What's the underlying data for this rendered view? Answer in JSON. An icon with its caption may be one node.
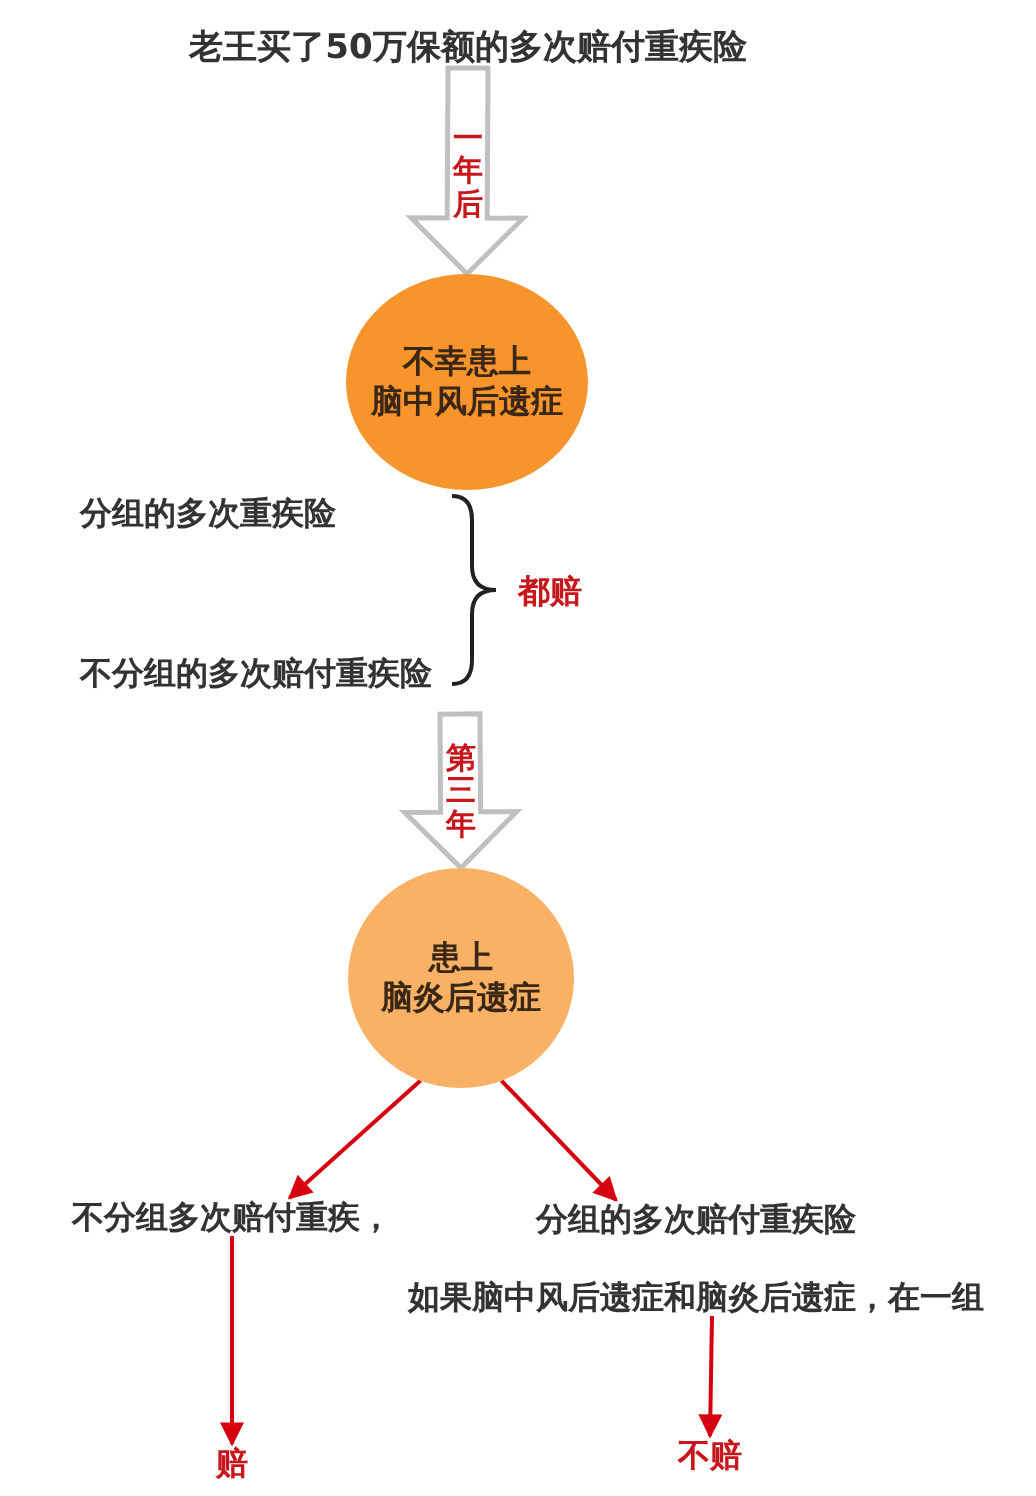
{
  "diagram": {
    "nodes": [
      {
        "text": [
          "老王买了50万保额的多次赔付重疾险"
        ]
      },
      {
        "text": [
          "不幸患上",
          "脑中风后遗症"
        ]
      },
      {
        "text": [
          "患上",
          "脑炎后遗症"
        ]
      },
      {
        "text": [
          "不分组多次赔付重疾，"
        ]
      },
      {
        "text": [
          "分组的多次赔付重疾险",
          "如果脑中风后遗症和脑炎后遗症，在一组"
        ]
      },
      {
        "text": [
          "赔"
        ]
      },
      {
        "text": [
          "不赔"
        ]
      }
    ],
    "edges": [
      {
        "from": 0,
        "to": 1,
        "arrow": "to",
        "label": "一年后",
        "style": "thick",
        "color": "#c0c0c0"
      },
      {
        "from": null,
        "to": 2,
        "arrow": "to",
        "label": "第三年",
        "style": "thick",
        "color": "#c0c0c0"
      },
      {
        "from": 2,
        "to": 3,
        "arrow": "to"
      },
      {
        "from": 2,
        "to": 4,
        "arrow": "to"
      },
      {
        "from": 3,
        "to": 5,
        "arrow": "to"
      },
      {
        "from": 4,
        "to": 6,
        "arrow": "to"
      }
    ],
    "labels": [
      "分组的多次重疾险",
      "不分组的多次赔付重疾险",
      "都赔"
    ]
  }
}
